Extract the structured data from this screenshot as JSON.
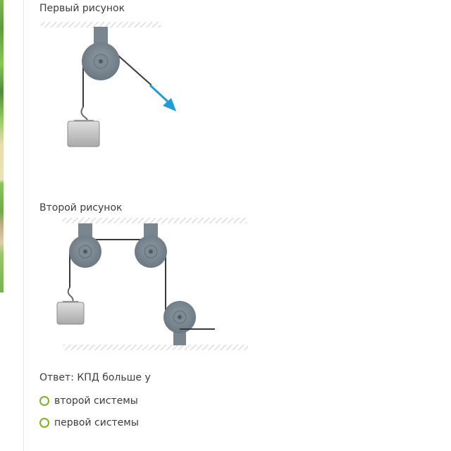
{
  "figure1": {
    "title": "Первый рисунок"
  },
  "figure2": {
    "title": "Второй рисунок"
  },
  "question": {
    "text": "Ответ: КПД больше у"
  },
  "options": [
    {
      "label": "второй системы"
    },
    {
      "label": "первой системы"
    }
  ],
  "colors": {
    "pulley": "#7e8a93",
    "pulley_dark": "#5f6b74",
    "weight": "#c9c9c9",
    "force_arrow": "#1f9bd6",
    "radio_border": "#7fb026"
  }
}
